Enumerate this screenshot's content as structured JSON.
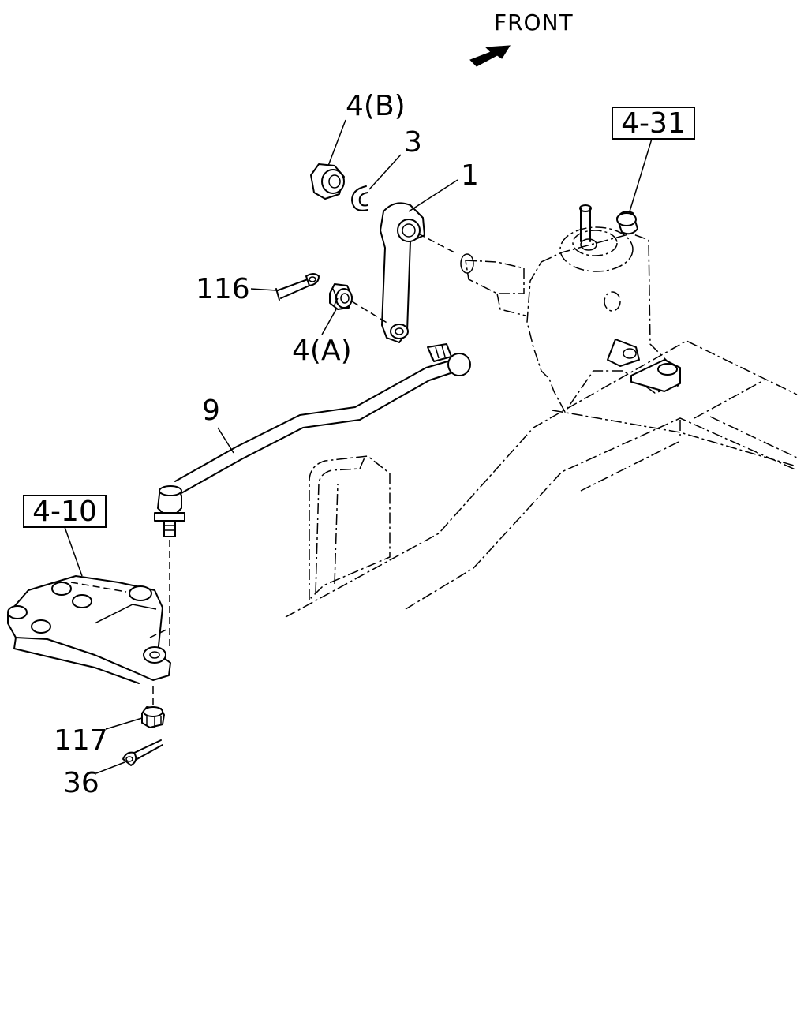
{
  "orientation": {
    "label": "FRONT",
    "icon": "front-arrow-icon"
  },
  "reference_boxes": [
    {
      "id": "ref-4-31",
      "text": "4-31"
    },
    {
      "id": "ref-4-10",
      "text": "4-10"
    }
  ],
  "callouts": {
    "c4b": "4(B)",
    "c3": "3",
    "c1": "1",
    "c116": "116",
    "c4a": "4(A)",
    "c9": "9",
    "c117": "117",
    "c36": "36"
  }
}
